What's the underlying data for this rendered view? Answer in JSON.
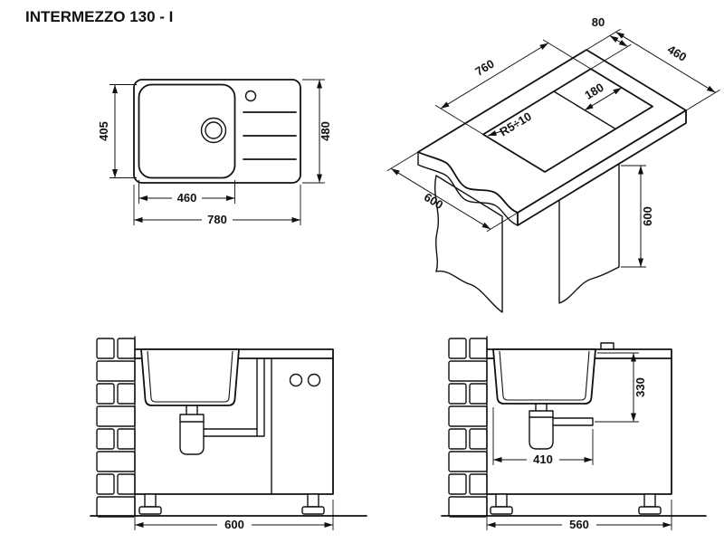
{
  "title": "INTERMEZZO 130 - I",
  "colors": {
    "ink": "#111111",
    "background": "#ffffff"
  },
  "plan_view": {
    "bowl_depth": "405",
    "bowl_width": "460",
    "overall_width": "780",
    "overall_depth": "480"
  },
  "cutout_view": {
    "edge_distance": "80",
    "worktop_depth": "460",
    "cutout_length": "760",
    "drainer_section": "180",
    "corner_radius": "R5÷10",
    "worktop_front": "600",
    "cabinet_height": "600"
  },
  "front_section": {
    "cabinet_width": "600"
  },
  "side_section": {
    "drain_height": "330",
    "trap_distance": "410",
    "cabinet_depth": "560"
  }
}
